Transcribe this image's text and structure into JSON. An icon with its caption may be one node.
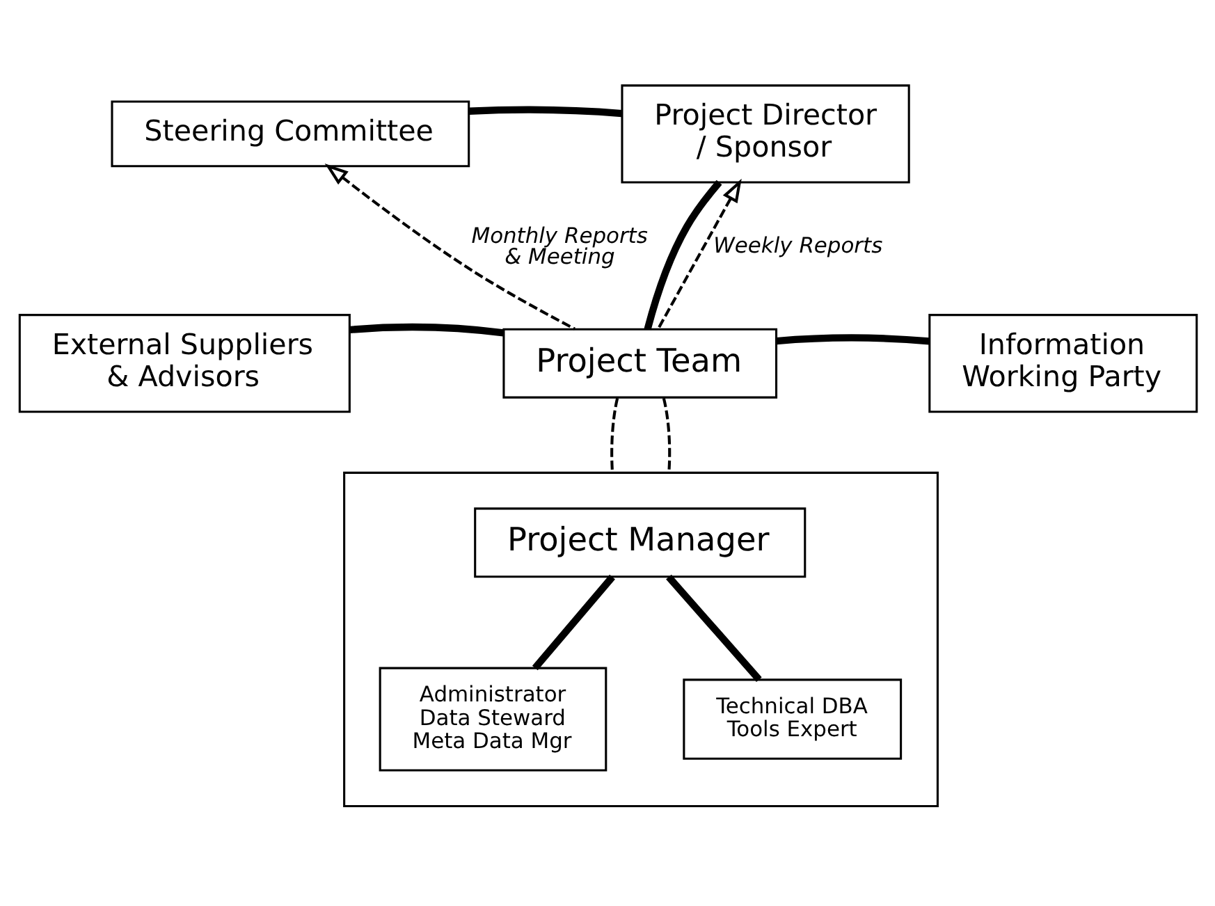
{
  "diagram": {
    "nodes": [
      {
        "text": [
          "Project Director / Sponsor"
        ]
      },
      {
        "text": [
          "Steering Committee"
        ]
      },
      {
        "text": [
          "Project Team"
        ]
      },
      {
        "text": [
          "Information Working Party"
        ]
      },
      {
        "text": [
          "External Suppliers & Advisors"
        ]
      },
      {
        "text": [],
        "shape": "box"
      },
      {
        "text": [
          "Project Manager"
        ],
        "in": 5
      },
      {
        "text": [
          "Administrator Data Steward Meta Data Mgr"
        ],
        "in": 5
      },
      {
        "text": [
          "Technical DBA Tools Expert"
        ],
        "in": 5
      }
    ],
    "edges": [
      {
        "from": 0,
        "to": 1,
        "arrow": "none"
      },
      {
        "from": 0,
        "to": 2,
        "arrow": "none"
      },
      {
        "from": 2,
        "to": 1,
        "arrow": "to",
        "style": "dashed",
        "label": "Monthly Reports & Meeting"
      },
      {
        "from": 2,
        "to": 0,
        "arrow": "to",
        "style": "dashed",
        "label": "Weekly Reports"
      },
      {
        "from": 2,
        "to": 3,
        "arrow": "none"
      },
      {
        "from": 2,
        "to": 4,
        "arrow": "none"
      },
      {
        "from": 2,
        "to": 5,
        "arrow": "none",
        "style": "dashed"
      },
      {
        "from": 2,
        "to": 5,
        "arrow": "none",
        "style": "dashed"
      },
      {
        "from": 6,
        "to": 7,
        "arrow": "none"
      },
      {
        "from": 6,
        "to": 8,
        "arrow": "none"
      }
    ]
  }
}
